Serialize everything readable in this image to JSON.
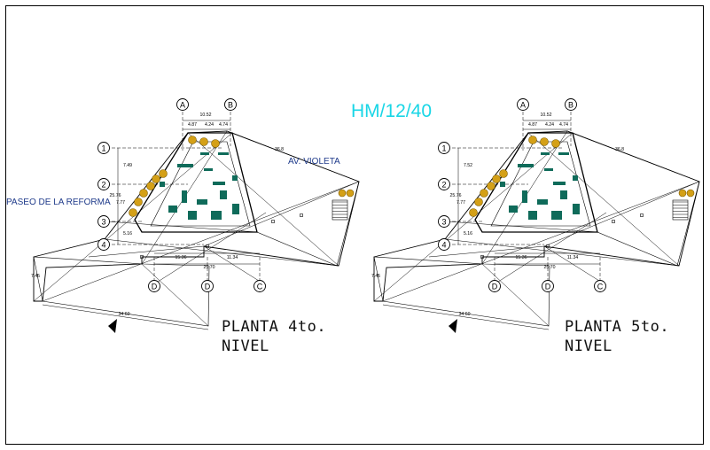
{
  "drawing": {
    "code": "HM/12/40",
    "colors": {
      "title": "#19d6e6",
      "lines": "#000000",
      "accent": "#d4a017",
      "fixtures": "#0f6b5a"
    }
  },
  "plans": [
    {
      "caption_line1": "PLANTA 4to.",
      "caption_line2": "NIVEL",
      "street_left": "PASEO DE LA REFORMA",
      "street_right": "AV. VIOLETA",
      "grid_letters": [
        "A",
        "B",
        "C",
        "D",
        "C"
      ],
      "grid_numbers": [
        "1",
        "2",
        "3",
        "4"
      ],
      "dims": {
        "top": "10.52",
        "top_a": "4.87",
        "top_b": "4.24",
        "top_c": "4.74",
        "right_diag": "36.8",
        "left_a": "7.49",
        "left_b": "7.77",
        "left_c": "25.76",
        "left_d": "5.16",
        "mid_a": "15.36",
        "mid_b": "11.34",
        "mid_c": "25.70",
        "bottom_diag": "34.60",
        "far_left": "7.45"
      }
    },
    {
      "caption_line1": "PLANTA 5to.",
      "caption_line2": "NIVEL",
      "grid_letters": [
        "A",
        "B",
        "C",
        "D",
        "C"
      ],
      "grid_numbers": [
        "1",
        "2",
        "3",
        "4"
      ],
      "dims": {
        "top": "10.52",
        "top_a": "4.87",
        "top_b": "4.24",
        "top_c": "4.74",
        "right_diag": "36.8",
        "left_a": "7.52",
        "left_b": "7.77",
        "left_c": "25.76",
        "left_d": "5.16",
        "mid_a": "15.36",
        "mid_b": "11.34",
        "mid_c": "25.70",
        "bottom_diag": "34.60",
        "far_left": "7.45"
      }
    }
  ]
}
